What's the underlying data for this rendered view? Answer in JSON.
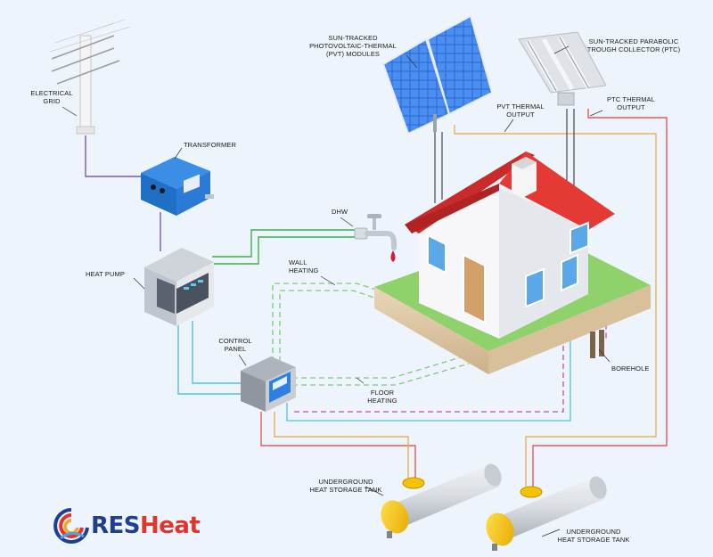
{
  "labels": {
    "electrical_grid": [
      "ELECTRICAL",
      "GRID"
    ],
    "transformer": "TRANSFORMER",
    "heat_pump": "HEAT PUMP",
    "control_panel": [
      "CONTROL",
      "PANEL"
    ],
    "dhw": "DHW",
    "wall_heating": [
      "WALL",
      "HEATING"
    ],
    "floor_heating": [
      "FLOOR",
      "HEATING"
    ],
    "pvt_modules": [
      "SUN-TRACKED",
      "PHOTOVOLTAIC-THERMAL",
      "(PVT) MODULES"
    ],
    "ptc": [
      "SUN-TRACKED PARABOLIC",
      "TROUGH COLLECTOR (PTC)"
    ],
    "pvt_output": [
      "PVT THERMAL",
      "OUTPUT"
    ],
    "ptc_output": [
      "PTC THERMAL",
      "OUTPUT"
    ],
    "borehole": "BOREHOLE",
    "tank_left": [
      "UNDERGROUND",
      "HEAT STORAGE TANK"
    ],
    "tank_right": [
      "UNDERGROUND",
      "HEAT STORAGE TANK"
    ]
  },
  "logo": {
    "prefix": "RES",
    "accent": "Heat"
  },
  "colors": {
    "background": "#eef4fc",
    "grid_line": "#7a5aa6",
    "dhw_line": "#37b24d",
    "heating_line": "#7ec97e",
    "borehole_line": "#4fc3d9",
    "ptc_line": "#e35b5b",
    "pvt_line": "#e8b15a",
    "floor_line": "#c64bb0",
    "roof": "#e53935",
    "grass": "#8fd16a",
    "tank_cap": "#f5c400"
  }
}
